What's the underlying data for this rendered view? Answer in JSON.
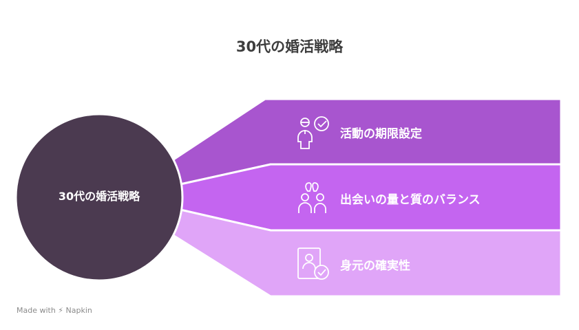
{
  "title": "30代の婚活戦略",
  "center_label": "30代の婚活戦略",
  "items": [
    {
      "label": "活動の期限設定",
      "icon": "person-check-icon",
      "color": "#a855cf"
    },
    {
      "label": "出会いの量と質のバランス",
      "icon": "couple-icon",
      "color": "#c465f0"
    },
    {
      "label": "身元の確実性",
      "icon": "id-verify-icon",
      "color": "#e0a5f8"
    }
  ],
  "circle_color": "#4b3a50",
  "footer": "Made with ⚡ Napkin"
}
